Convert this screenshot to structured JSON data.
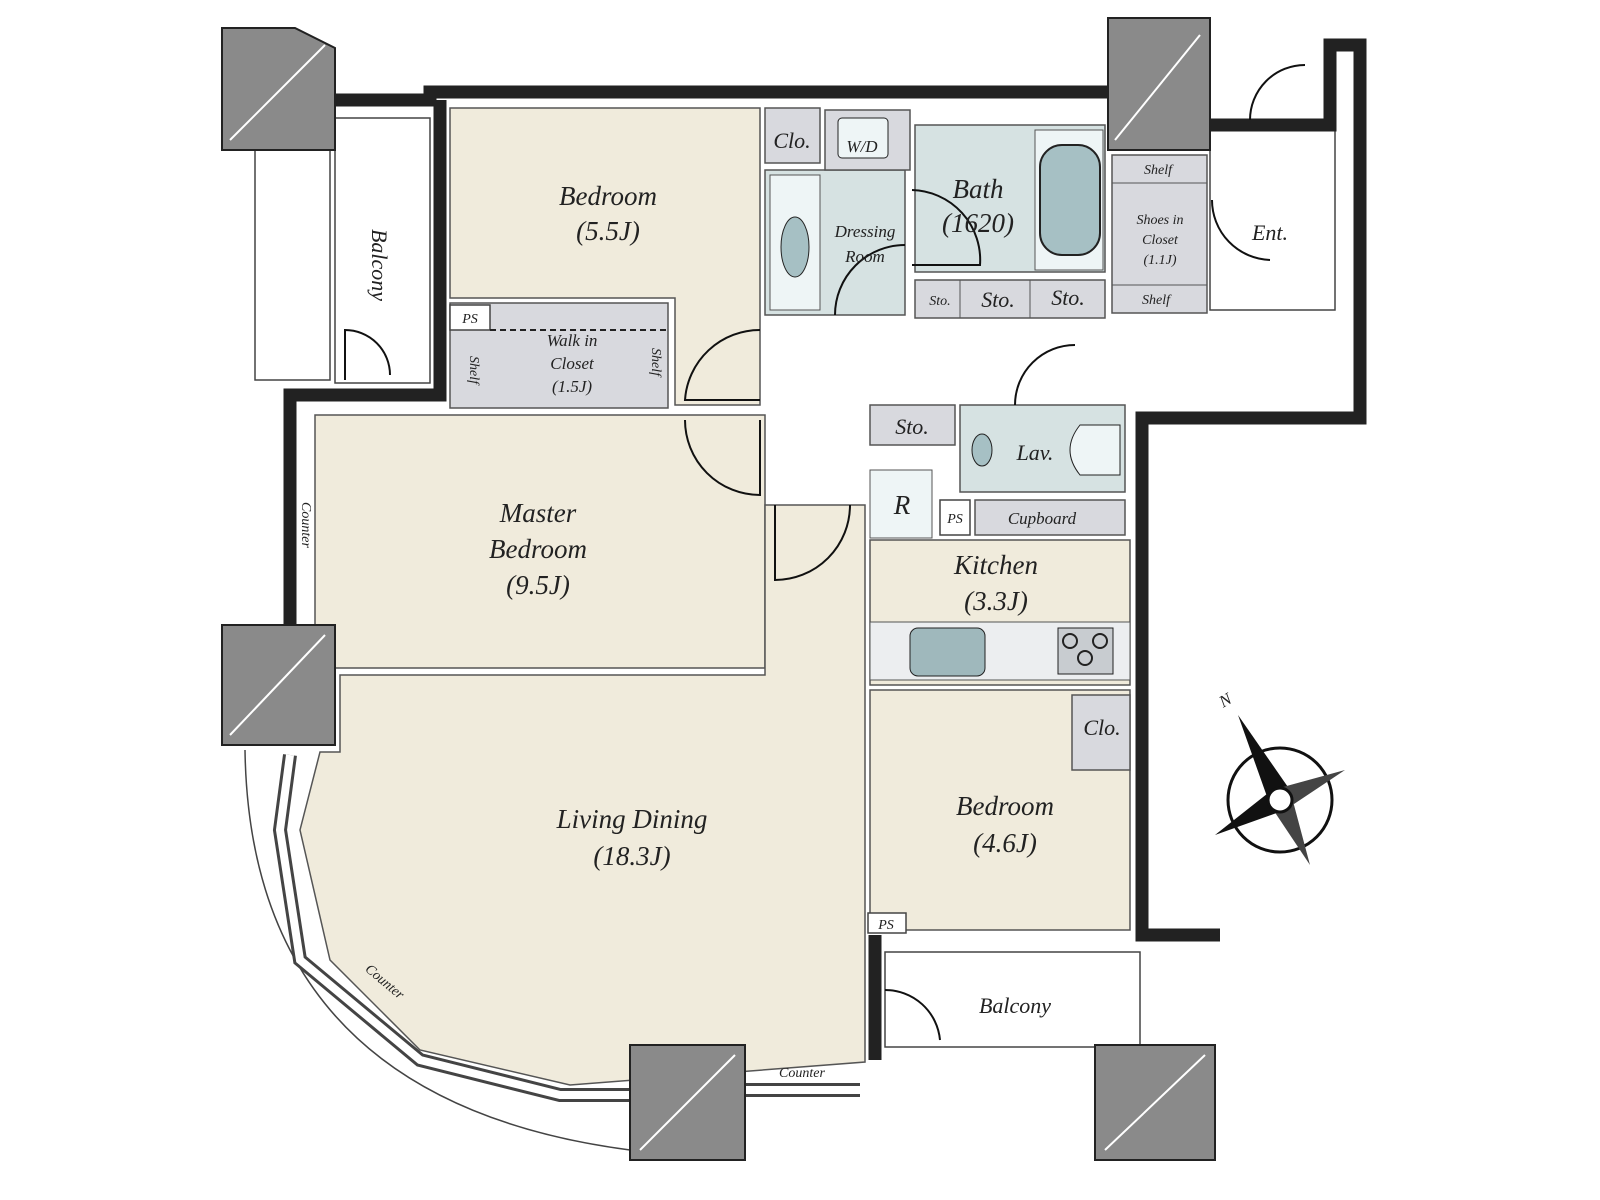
{
  "rooms": {
    "bedroom1": {
      "name": "Bedroom",
      "size": "(5.5J)"
    },
    "master": {
      "name1": "Master",
      "name2": "Bedroom",
      "size": "(9.5J)"
    },
    "living": {
      "name": "Living Dining",
      "size": "(18.3J)"
    },
    "kitchen": {
      "name": "Kitchen",
      "size": "(3.3J)"
    },
    "bedroom2": {
      "name": "Bedroom",
      "size": "(4.6J)"
    },
    "bath": {
      "name": "Bath",
      "size": "(1620)"
    },
    "dressing": {
      "name1": "Dressing",
      "name2": "Room"
    },
    "wic": {
      "name1": "Walk in",
      "name2": "Closet",
      "size": "(1.5J)"
    },
    "shoes": {
      "name1": "Shoes in",
      "name2": "Closet",
      "size": "(1.1J)"
    },
    "entrance": "Ent.",
    "lav": "Lav."
  },
  "labels": {
    "clo": "Clo.",
    "wd": "W/D",
    "sto": "Sto.",
    "shelf": "Shelf",
    "ps": "PS",
    "r": "R",
    "cupboard": "Cupboard",
    "counter": "Counter",
    "balcony": "Balcony"
  },
  "compass": {
    "north": "N"
  },
  "colors": {
    "room": "#f0ebdc",
    "wet": "#d6e2e2",
    "storage": "#d8d9de",
    "wall": "#8a8a8a"
  }
}
